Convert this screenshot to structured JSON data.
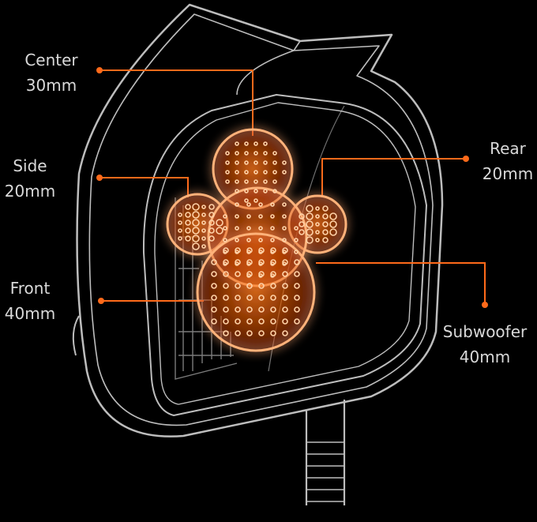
{
  "accent_color": "#ff6a1a",
  "outline_color": "#bdbdbd",
  "labels": {
    "center": {
      "name": "Center",
      "size": "30mm"
    },
    "side": {
      "name": "Side",
      "size": "20mm"
    },
    "front": {
      "name": "Front",
      "size": "40mm"
    },
    "rear": {
      "name": "Rear",
      "size": "20mm"
    },
    "subwoofer": {
      "name": "Subwoofer",
      "size": "40mm"
    }
  }
}
